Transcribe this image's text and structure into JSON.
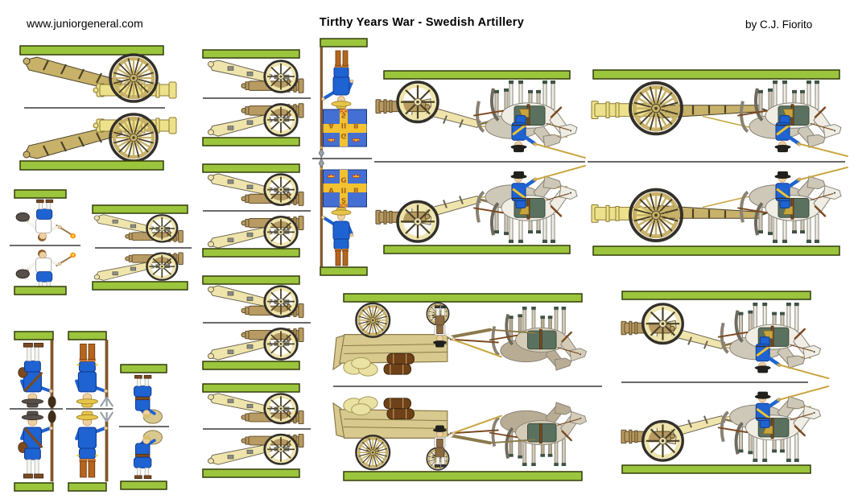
{
  "header": {
    "site": "www.juniorgeneral.com",
    "title": "Tirthy Years War - Swedish Artillery",
    "credit": "by C.J. Fiorito"
  },
  "flag": {
    "letters": [
      "G",
      "A",
      "II",
      "R",
      "S"
    ]
  },
  "palette": {
    "base_green": "#9BC53D",
    "base_border": "#333B0B",
    "carriage_tan": "#C8B169",
    "carriage_pale": "#EFE5AC",
    "timber_dark": "#4A4228",
    "brass": "#EEE18C",
    "brass_dark": "#8A7A30",
    "bronze": "#B89B62",
    "bronze_dark": "#5E4A26",
    "metal_grey": "#8C8C84",
    "wheel_dark": "#33302A",
    "uniform_blue": "#1E63D1",
    "uniform_blue_dark": "#11398F",
    "flag_blue": "#4470D4",
    "flag_yellow": "#F2C230",
    "flag_letter": "#A5641E",
    "crown_red": "#C23A1E",
    "skin": "#EECFA0",
    "hair_brown": "#8A5A2A",
    "hair_blond": "#D9C070",
    "straw": "#E6C64A",
    "boot_orange": "#B5651D",
    "leather": "#7B4A21",
    "hat_black": "#20201C",
    "hat_grey": "#57504A",
    "horse_light": "#EFEDE4",
    "horse_shade": "#CDC8B8",
    "mane_grey": "#8A867A",
    "blanket_green": "#5A7160",
    "hoof_green": "#3E5244",
    "wood": "#D8C98E",
    "wood_dark": "#8A7A4A",
    "barrel_brown": "#6E4118",
    "sack": "#E9E2A2",
    "stocking": "#F5F5F0",
    "flame": "#FF8C00",
    "flame_core": "#FFD23C"
  }
}
